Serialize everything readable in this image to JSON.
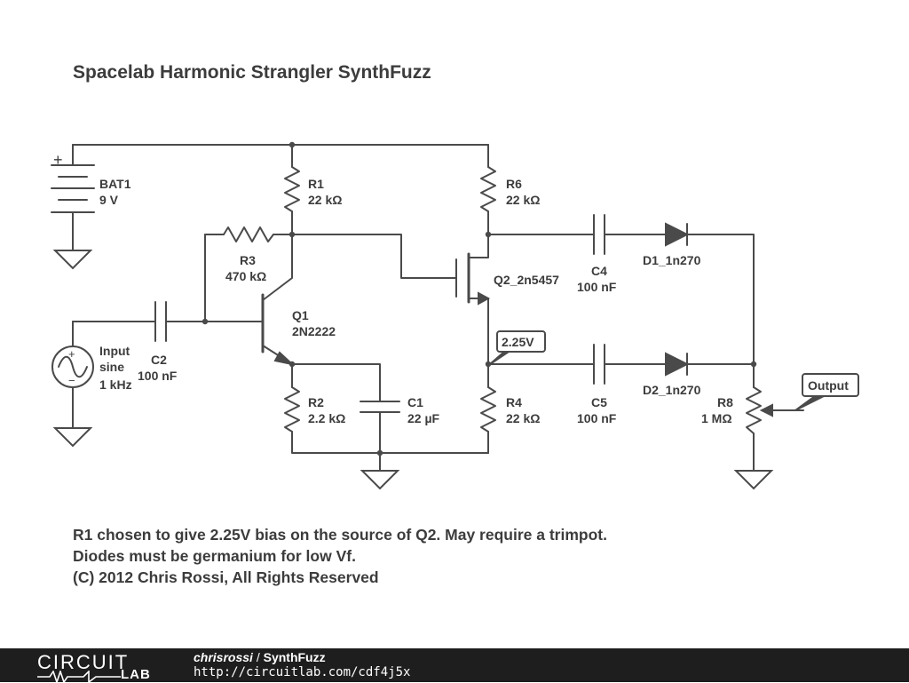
{
  "title": "Spacelab Harmonic Strangler SynthFuzz",
  "components": {
    "bat1": {
      "name": "BAT1",
      "value": "9 V",
      "sign": "+"
    },
    "source": {
      "line1": "Input",
      "line2": "sine",
      "line3": "1 kHz"
    },
    "r1": {
      "name": "R1",
      "value": "22 kΩ"
    },
    "r2": {
      "name": "R2",
      "value": "2.2 kΩ"
    },
    "r3": {
      "name": "R3",
      "value": "470 kΩ"
    },
    "r4": {
      "name": "R4",
      "value": "22 kΩ"
    },
    "r6": {
      "name": "R6",
      "value": "22 kΩ"
    },
    "r8": {
      "name": "R8",
      "value": "1 MΩ"
    },
    "c1": {
      "name": "C1",
      "value": "22 µF"
    },
    "c2": {
      "name": "C2",
      "value": "100 nF"
    },
    "c4": {
      "name": "C4",
      "value": "100 nF"
    },
    "c5": {
      "name": "C5",
      "value": "100 nF"
    },
    "q1": {
      "name": "Q1",
      "value": "2N2222"
    },
    "q2": {
      "name": "Q2_2n5457"
    },
    "d1": {
      "name": "D1_1n270"
    },
    "d2": {
      "name": "D2_1n270"
    }
  },
  "tags": {
    "bias": "2.25V",
    "output": "Output"
  },
  "notes": [
    "R1 chosen to give 2.25V bias on the source of Q2. May require a trimpot.",
    "Diodes must be germanium for low Vf.",
    "(C) 2012 Chris Rossi, All Rights Reserved"
  ],
  "footer": {
    "brand_top": "CIRCUIT",
    "brand_bottom": "LAB",
    "user": "chrisrossi",
    "separator": " / ",
    "project": "SynthFuzz",
    "url": "http://circuitlab.com/cdf4j5x"
  }
}
